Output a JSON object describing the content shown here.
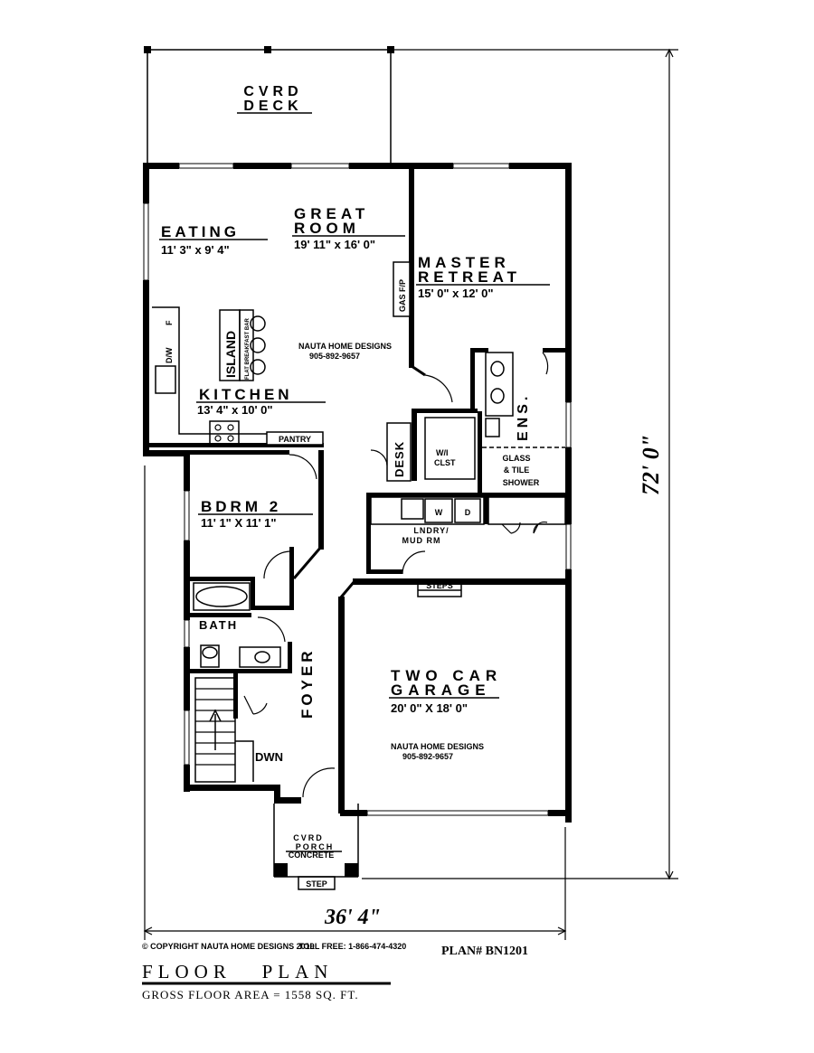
{
  "rooms": {
    "deck": {
      "line1": "CVRD",
      "line2": "DECK"
    },
    "eating": {
      "name": "EATING",
      "size": "11' 3\" x 9' 4\""
    },
    "great_room": {
      "line1": "GREAT",
      "line2": "ROOM",
      "size": "19' 11\" x 16' 0\""
    },
    "master": {
      "line1": "MASTER",
      "line2": "RETREAT",
      "size": "15' 0\" x 12' 0\""
    },
    "kitchen": {
      "name": "KITCHEN",
      "size": "13' 4\" x 10' 0\""
    },
    "island": {
      "name": "ISLAND",
      "sub": "FLAT BREAKFAST BAR"
    },
    "pantry": "PANTRY",
    "gas_fp": "GAS F/P",
    "ens": "ENS.",
    "desk": "DESK",
    "wi_closet": {
      "line1": "W/I",
      "line2": "CLST"
    },
    "shower": {
      "line1": "GLASS",
      "line2": "& TILE",
      "line3": "SHOWER"
    },
    "bdrm2": {
      "name": "BDRM 2",
      "size": "11' 1\" X 11' 1\""
    },
    "laundry": {
      "line1": "LNDRY/",
      "line2": "MUD RM",
      "w": "W",
      "d": "D"
    },
    "steps_garage": "STEPS",
    "bath": "BATH",
    "foyer": "FOYER",
    "dwn": "DWN",
    "garage": {
      "line1": "TWO CAR",
      "line2": "GARAGE",
      "size": "20' 0\" X 18' 0\""
    },
    "porch": {
      "line1": "CVRD",
      "line2": "PORCH",
      "line3": "CONCRETE"
    },
    "steps_porch": "STEP",
    "dw": "D/W",
    "fridge": "F"
  },
  "watermark": {
    "line1": "NAUTA HOME DESIGNS",
    "line2": "905-892-9657"
  },
  "dimensions": {
    "width": "36' 4\"",
    "height": "72' 0\""
  },
  "footer": {
    "copyright": "© COPYRIGHT NAUTA HOME DESIGNS 2019",
    "toll_free": "TOLL FREE: 1-866-474-4320",
    "plan_number": "PLAN# BN1201",
    "title": "FLOOR   PLAN",
    "area": "GROSS FLOOR AREA = 1558 SQ. FT."
  }
}
